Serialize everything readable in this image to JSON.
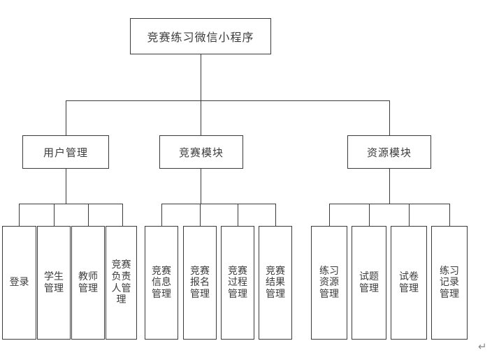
{
  "diagram": {
    "type": "hierarchy-tree",
    "background_color": "#ffffff",
    "line_color": "#3a3a3a",
    "text_color": "#3b3b3b",
    "root": {
      "label": "竞赛练习微信小程序"
    },
    "branches": [
      {
        "label": "用户管理",
        "leaves": [
          {
            "label": "登录"
          },
          {
            "label": "学生管理"
          },
          {
            "label": "教师管理"
          },
          {
            "label": "竞赛负责人管理"
          }
        ]
      },
      {
        "label": "竞赛模块",
        "leaves": [
          {
            "label": "竞赛信息管理"
          },
          {
            "label": "竞赛报名管理"
          },
          {
            "label": "竞赛过程管理"
          },
          {
            "label": "竞赛结果管理"
          }
        ]
      },
      {
        "label": "资源模块",
        "leaves": [
          {
            "label": "练习资源管理"
          },
          {
            "label": "试题管理"
          },
          {
            "label": "试卷管理"
          },
          {
            "label": "练习记录管理"
          }
        ]
      }
    ],
    "footer_mark": "↵"
  }
}
